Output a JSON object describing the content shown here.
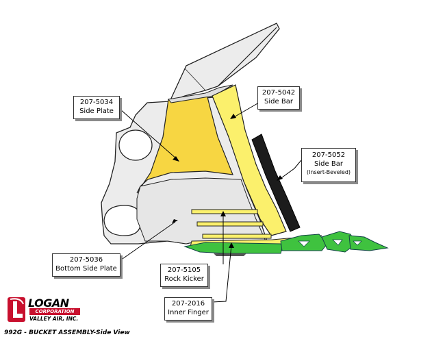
{
  "callouts": {
    "side_plate": {
      "part_number": "207-5034",
      "name": "Side Plate"
    },
    "side_bar": {
      "part_number": "207-5042",
      "name": "Side Bar"
    },
    "side_bar_insert": {
      "part_number": "207-5052",
      "name": "Side Bar",
      "note": "(Insert-Beveled)"
    },
    "bottom_side_plate": {
      "part_number": "207-5036",
      "name": "Bottom Side Plate"
    },
    "rock_kicker": {
      "part_number": "207-5105",
      "name": "Rock Kicker"
    },
    "inner_finger": {
      "part_number": "207-2016",
      "name": "Inner Finger"
    }
  },
  "logo": {
    "wordmark": "LOGAN",
    "corporation": "CORPORATION",
    "subtitle": "VALLEY AIR, INC."
  },
  "caption": "992G  - BUCKET ASSEMBLY-Side View",
  "colors": {
    "side_plate": "#f7d642",
    "side_bar": "#fbf06c",
    "insert": "#1c1c1c",
    "finger": "#3fc23f",
    "body": "#ececec",
    "logo_red": "#c8102e"
  }
}
